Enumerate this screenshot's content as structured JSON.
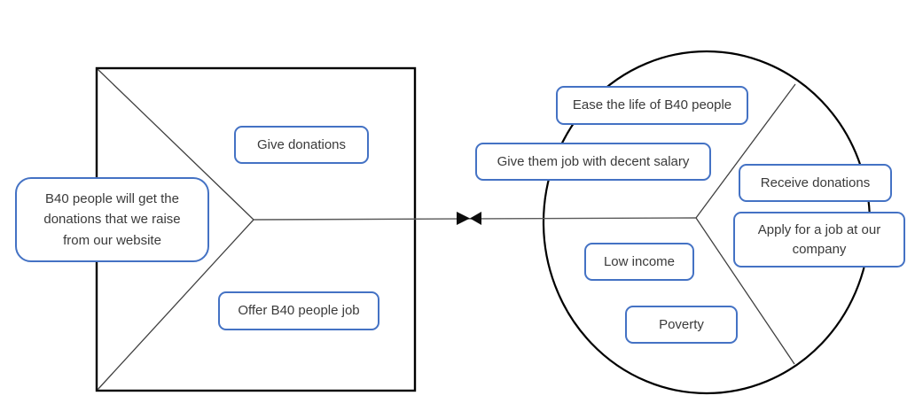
{
  "colors": {
    "box_border": "#4472C4",
    "box_fill": "#FFFFFF",
    "entity_stroke": "#000000",
    "divider_stroke": "#404040",
    "connector_stroke": "#595959",
    "arrow_fill": "#0d0d0d",
    "text": "#3a3a3a",
    "background": "#FFFFFF"
  },
  "boxes": {
    "note": {
      "label": "B40 people will get the donations that we raise from our website"
    },
    "give_donations": {
      "label": "Give donations"
    },
    "offer_job": {
      "label": "Offer B40 people job"
    },
    "ease_life": {
      "label": "Ease the life of B40 people"
    },
    "decent_salary": {
      "label": "Give them job with decent salary"
    },
    "receive_donations": {
      "label": "Receive donations"
    },
    "apply_job": {
      "label": "Apply for a job at our company"
    },
    "low_income": {
      "label": "Low income"
    },
    "poverty": {
      "label": "Poverty"
    }
  }
}
